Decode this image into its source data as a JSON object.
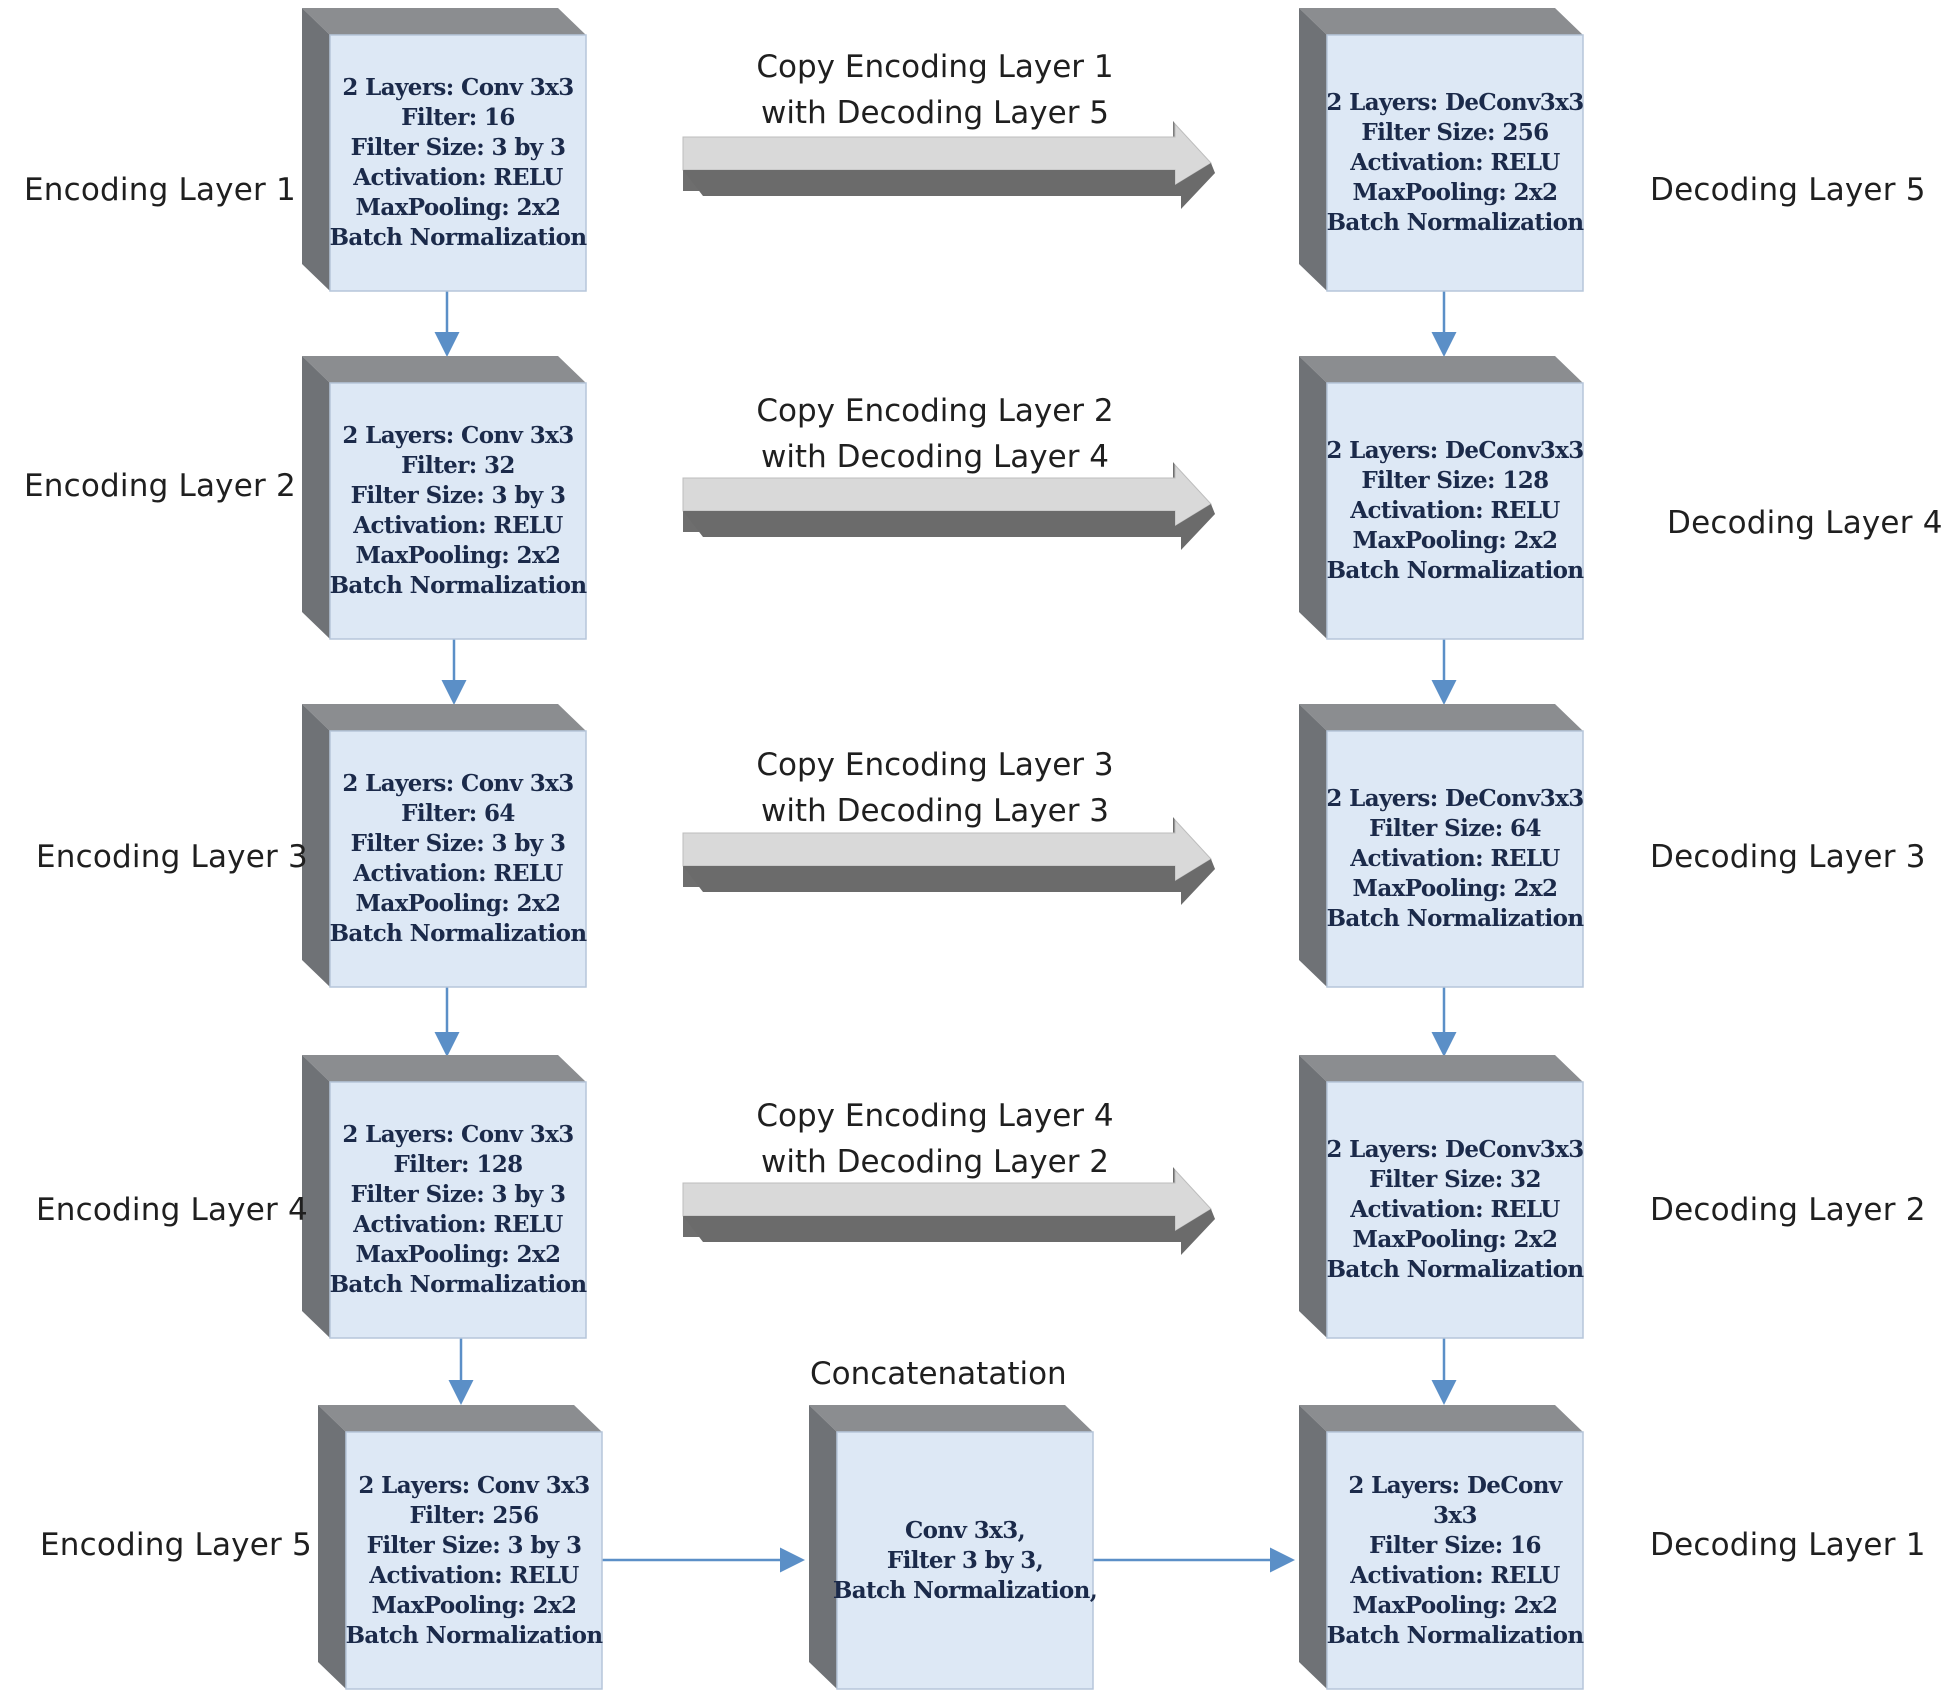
{
  "colors": {
    "box_face": "#dde8f5",
    "box_top": "#8b8d90",
    "box_side": "#6f7276",
    "arrow_light": "#d7d7d7",
    "arrow_dark": "#6e6e6e",
    "connector": "#5b8fc7"
  },
  "encoding": [
    {
      "label": "Encoding Layer 1",
      "lines": [
        "2 Layers: Conv 3x3",
        "Filter: 16",
        "Filter Size: 3 by 3",
        "Activation: RELU",
        "MaxPooling: 2x2",
        "Batch Normalization"
      ]
    },
    {
      "label": "Encoding Layer 2",
      "lines": [
        "2 Layers: Conv 3x3",
        "Filter: 32",
        "Filter Size: 3 by 3",
        "Activation: RELU",
        "MaxPooling: 2x2",
        "Batch Normalization"
      ]
    },
    {
      "label": "Encoding Layer 3",
      "lines": [
        "2 Layers: Conv 3x3",
        "Filter: 64",
        "Filter Size: 3 by 3",
        "Activation: RELU",
        "MaxPooling: 2x2",
        "Batch Normalization"
      ]
    },
    {
      "label": "Encoding Layer 4",
      "lines": [
        "2 Layers: Conv 3x3",
        "Filter: 128",
        "Filter Size: 3 by 3",
        "Activation: RELU",
        "MaxPooling: 2x2",
        "Batch Normalization"
      ]
    },
    {
      "label": "Encoding Layer 5",
      "lines": [
        "2 Layers: Conv 3x3",
        "Filter: 256",
        "Filter Size: 3 by 3",
        "Activation: RELU",
        "MaxPooling: 2x2",
        "Batch Normalization"
      ]
    }
  ],
  "decoding": [
    {
      "label": "Decoding Layer 5",
      "lines": [
        "2 Layers: DeConv3x3",
        "Filter Size: 256",
        "Activation: RELU",
        "MaxPooling: 2x2",
        "Batch Normalization"
      ]
    },
    {
      "label": "Decoding Layer 4",
      "lines": [
        "2 Layers: DeConv3x3",
        "Filter Size: 128",
        "Activation: RELU",
        "MaxPooling: 2x2",
        "Batch Normalization"
      ]
    },
    {
      "label": "Decoding Layer 3",
      "lines": [
        "2 Layers: DeConv3x3",
        "Filter Size: 64",
        "Activation: RELU",
        "MaxPooling: 2x2",
        "Batch Normalization"
      ]
    },
    {
      "label": "Decoding Layer 2",
      "lines": [
        "2 Layers: DeConv3x3",
        "Filter Size: 32",
        "Activation: RELU",
        "MaxPooling: 2x2",
        "Batch Normalization"
      ]
    },
    {
      "label": "Decoding Layer 1",
      "lines": [
        "2 Layers: DeConv",
        "3x3",
        "Filter Size: 16",
        "Activation: RELU",
        "MaxPooling: 2x2",
        "Batch Normalization"
      ]
    }
  ],
  "copies": [
    {
      "lines": [
        "Copy Encoding Layer 1",
        "with Decoding Layer 5"
      ]
    },
    {
      "lines": [
        "Copy Encoding Layer 2",
        "with Decoding Layer 4"
      ]
    },
    {
      "lines": [
        "Copy Encoding Layer 3",
        "with Decoding Layer 3"
      ]
    },
    {
      "lines": [
        "Copy Encoding Layer 4",
        "with Decoding Layer 2"
      ]
    }
  ],
  "concat": {
    "label": "Concatenatation",
    "lines": [
      "Conv 3x3,",
      "Filter 3 by 3,",
      "Batch Normalization,"
    ]
  }
}
